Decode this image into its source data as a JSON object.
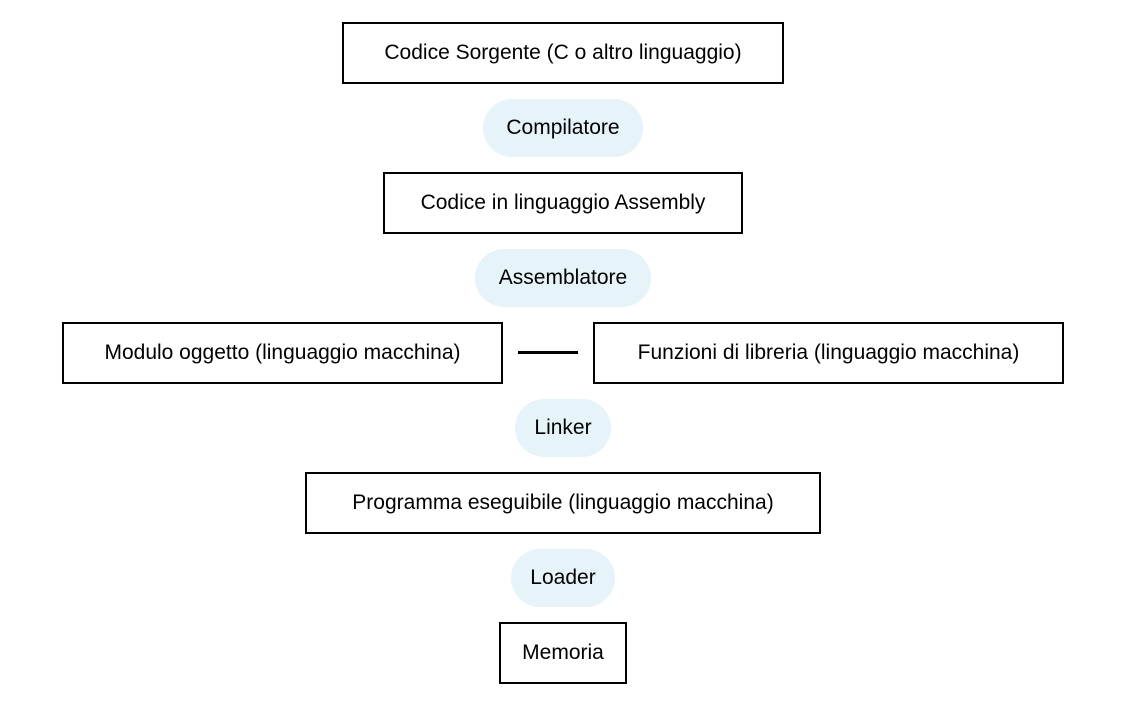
{
  "colors": {
    "pill_background": "#e6f4f9",
    "box_border": "#000000"
  },
  "nodes": {
    "source_code": "Codice Sorgente (C o altro linguaggio)",
    "compiler": "Compilatore",
    "assembly_code": "Codice in linguaggio Assembly",
    "assembler": "Assemblatore",
    "object_module": "Modulo oggetto (linguaggio macchina)",
    "library_functions": "Funzioni di libreria (linguaggio macchina)",
    "linker": "Linker",
    "executable": "Programma eseguibile (linguaggio macchina)",
    "loader": "Loader",
    "memory": "Memoria"
  }
}
